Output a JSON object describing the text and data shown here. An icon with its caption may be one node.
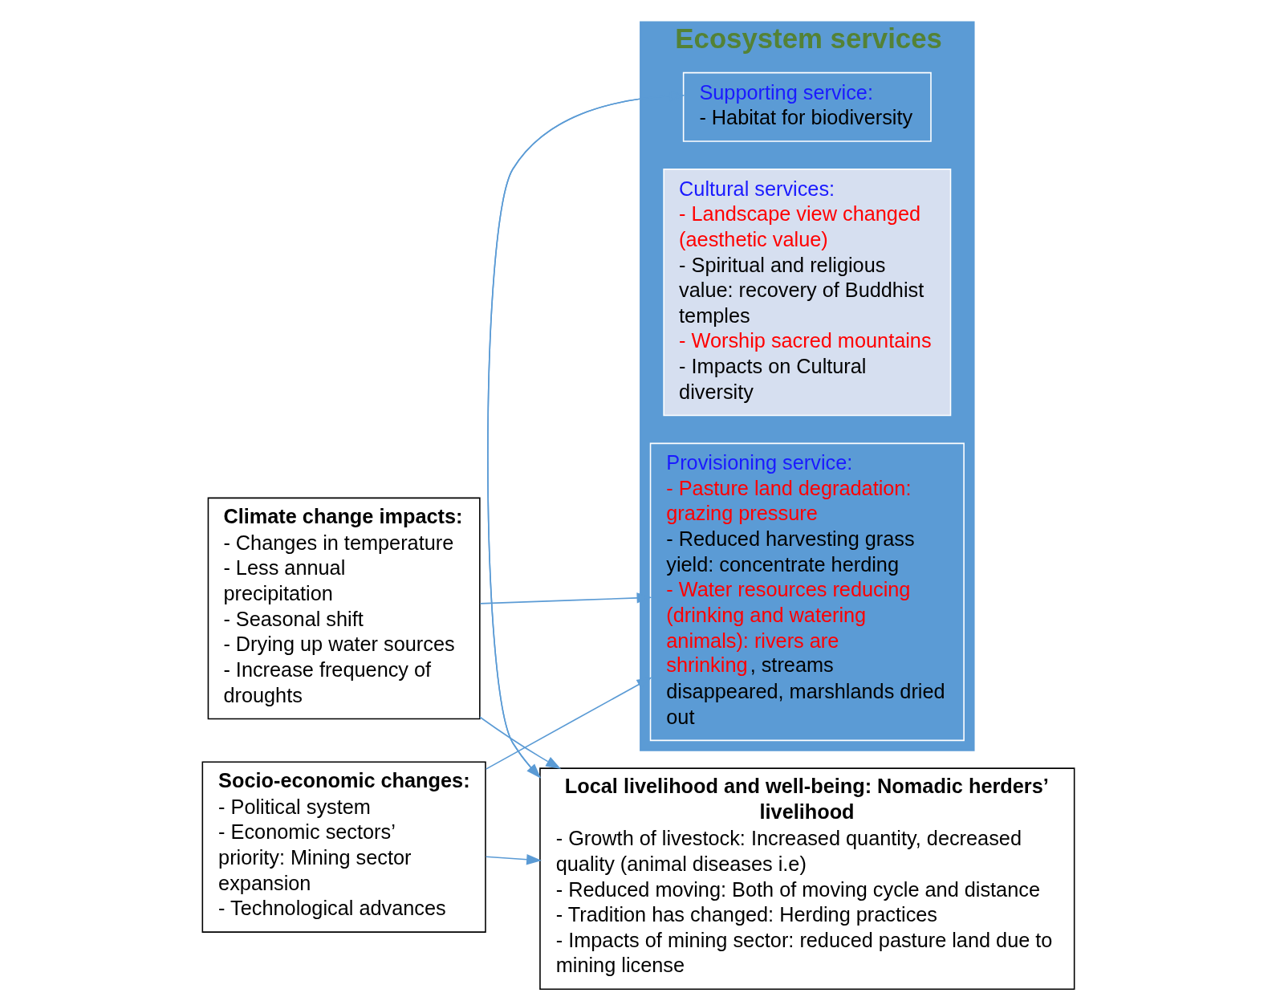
{
  "diagram": {
    "nodes": [
      {
        "text": [
          "Climate change impacts:",
          "- Changes in temperature",
          "- Less annual precipitation",
          "- Seasonal shift",
          "- Drying up water sources",
          "- Increase frequency of droughts"
        ]
      },
      {
        "text": [
          "Socio-economic changes:",
          "- Political system",
          "- Economic sectors’ priority: Mining sector expansion",
          "- Technological advances"
        ]
      },
      {
        "text": [
          "Ecosystem services"
        ]
      },
      {
        "text": [
          "Provisioning service:",
          "- Pasture land degradation: grazing pressure",
          "- Reduced harvesting grass yield: concentrate herding",
          "- Water resources reducing (drinking and watering animals): rivers are shrinking, streams disappeared, marshlands dried out"
        ],
        "in": 2
      },
      {
        "text": [
          "Cultural services:",
          "- Landscape view changed (aesthetic value)",
          "- Spiritual and religious value: recovery of Buddhist temples",
          "- Worship sacred mountains",
          "- Impacts on Cultural diversity"
        ],
        "in": 2
      },
      {
        "text": [
          "Supporting service:",
          "- Habitat for biodiversity"
        ],
        "in": 2
      },
      {
        "text": [
          "Local livelihood and well-being: Nomadic herders’ livelihood",
          "- Growth of livestock: Increased quantity, decreased quality (animal diseases i.e)",
          "- Reduced moving: Both of moving cycle and distance",
          "- Tradition has changed: Herding practices",
          "- Impacts of mining sector: reduced pasture land due to mining license"
        ]
      }
    ],
    "edges": [
      {
        "from": 0,
        "to": 3,
        "arrow": "to"
      },
      {
        "from": 1,
        "to": 3,
        "arrow": "to"
      },
      {
        "from": 0,
        "to": 6,
        "arrow": "to"
      },
      {
        "from": 1,
        "to": 6,
        "arrow": "to"
      },
      {
        "from": 5,
        "to": 6,
        "arrow": "to"
      },
      {
        "from": 6,
        "to": 5,
        "arrow": "to"
      }
    ]
  }
}
